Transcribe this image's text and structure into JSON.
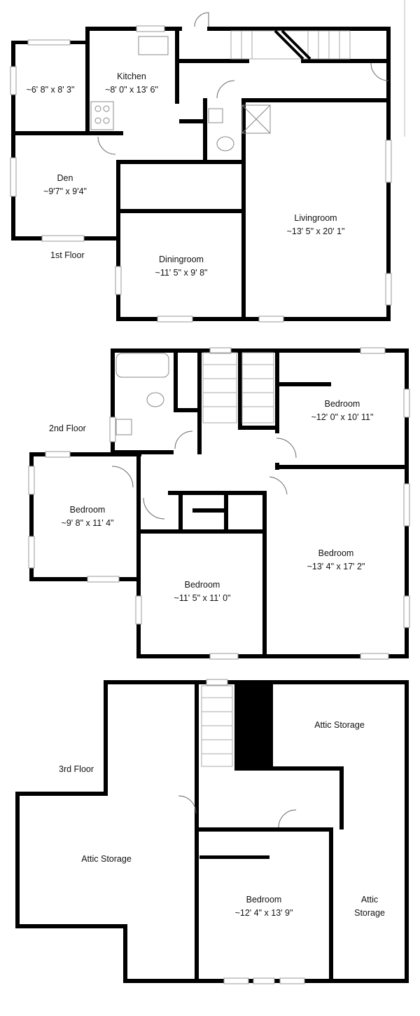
{
  "floors": [
    {
      "label": "1st Floor",
      "rooms": [
        {
          "name": "",
          "size": "~6' 8\" x 8' 3\""
        },
        {
          "name": "Kitchen",
          "size": "~8' 0\" x 13' 6\""
        },
        {
          "name": "Den",
          "size": "~9'7\" x 9'4\""
        },
        {
          "name": "Diningroom",
          "size": "~11' 5\" x 9' 8\""
        },
        {
          "name": "Livingroom",
          "size": "~13' 5\" x 20' 1\""
        }
      ]
    },
    {
      "label": "2nd Floor",
      "rooms": [
        {
          "name": "Bedroom",
          "size": "~12' 0\" x 10' 11\""
        },
        {
          "name": "Bedroom",
          "size": "~9' 8\" x 11' 4\""
        },
        {
          "name": "Bedroom",
          "size": "~13' 4\" x 17' 2\""
        },
        {
          "name": "Bedroom",
          "size": "~11' 5\" x 11' 0\""
        }
      ]
    },
    {
      "label": "3rd Floor",
      "rooms": [
        {
          "name": "Attic Storage",
          "size": ""
        },
        {
          "name": "Attic Storage",
          "size": ""
        },
        {
          "name": "Bedroom",
          "size": "~12' 4\" x 13' 9\""
        },
        {
          "name": "Attic",
          "size": "Storage"
        }
      ]
    }
  ],
  "colors": {
    "wall": "#000000",
    "window": "#ffffff",
    "fixture": "#888888",
    "background": "#ffffff"
  }
}
